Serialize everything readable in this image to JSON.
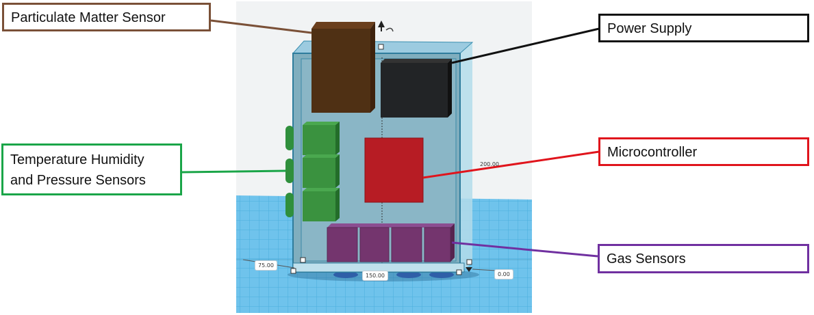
{
  "callouts": {
    "particulate": "Particulate Matter Sensor",
    "power": "Power Supply",
    "temp_line1": "Temperature Humidity",
    "temp_line2": "and Pressure Sensors",
    "micro": "Microcontroller",
    "gas": "Gas Sensors"
  },
  "dimensions": {
    "height": "200.00",
    "depth": "75.00",
    "width": "150.00",
    "elevation": "0.00"
  },
  "colors": {
    "particulate": "#7a5037",
    "power": "#111111",
    "temp": "#1aa548",
    "micro": "#e0141c",
    "gas": "#7030a0",
    "workplane": "#6fc3ec",
    "enclosure": "#8fbfd2"
  }
}
